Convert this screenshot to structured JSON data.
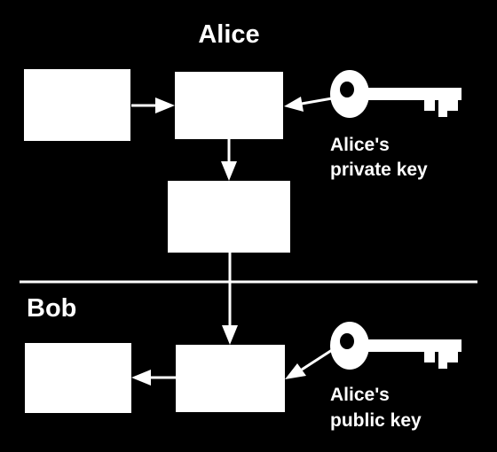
{
  "sender": {
    "name": "Alice"
  },
  "receiver": {
    "name": "Bob"
  },
  "keys": {
    "private_line1": "Alice's",
    "private_line2": "private key",
    "public_line1": "Alice's",
    "public_line2": "public key"
  },
  "icons": {
    "private_key": "key-icon",
    "public_key": "key-icon"
  },
  "colors": {
    "background": "#000000",
    "foreground": "#ffffff"
  }
}
